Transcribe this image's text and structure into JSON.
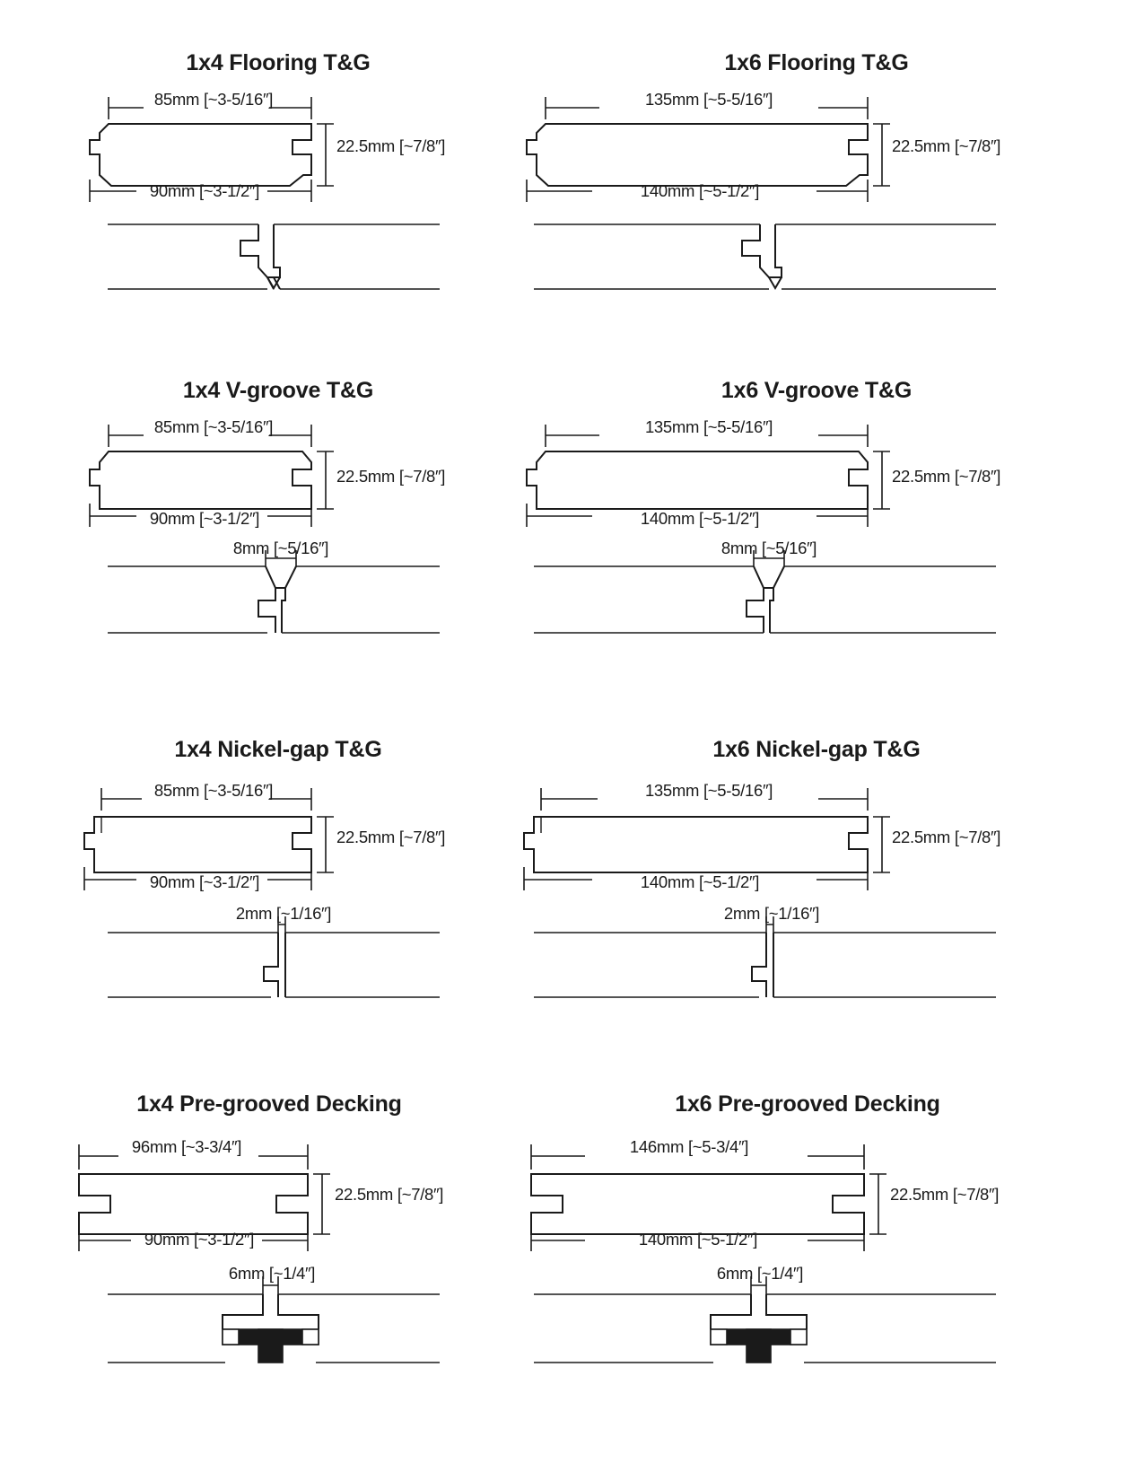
{
  "document": {
    "kind": "technical-drawing",
    "subject": "Wood board profile cross-sections and installed joint details",
    "line_color": "#1a1a1a",
    "background_color": "#ffffff",
    "fastener_color": "#1a1a1a"
  },
  "panels": [
    {
      "id": "flooring-1x4",
      "title": "1x4 Flooring T&G",
      "profile": "flooring-tng",
      "face_width": "85mm [~3-5/16″]",
      "overall_width": "90mm [~3-1/2″]",
      "thickness": "22.5mm [~7/8″]",
      "joint_gap": null
    },
    {
      "id": "flooring-1x6",
      "title": "1x6 Flooring T&G",
      "profile": "flooring-tng",
      "face_width": "135mm [~5-5/16″]",
      "overall_width": "140mm [~5-1/2″]",
      "thickness": "22.5mm [~7/8″]",
      "joint_gap": null
    },
    {
      "id": "vgroove-1x4",
      "title": "1x4 V-groove T&G",
      "profile": "v-groove-tng",
      "face_width": "85mm [~3-5/16″]",
      "overall_width": "90mm [~3-1/2″]",
      "thickness": "22.5mm [~7/8″]",
      "joint_gap": "8mm [~5/16″]"
    },
    {
      "id": "vgroove-1x6",
      "title": "1x6 V-groove T&G",
      "profile": "v-groove-tng",
      "face_width": "135mm [~5-5/16″]",
      "overall_width": "140mm [~5-1/2″]",
      "thickness": "22.5mm [~7/8″]",
      "joint_gap": "8mm [~5/16″]"
    },
    {
      "id": "nickelgap-1x4",
      "title": "1x4 Nickel-gap T&G",
      "profile": "nickel-gap-tng",
      "face_width": "85mm [~3-5/16″]",
      "overall_width": "90mm [~3-1/2″]",
      "thickness": "22.5mm [~7/8″]",
      "joint_gap": "2mm [~1/16″]"
    },
    {
      "id": "nickelgap-1x6",
      "title": "1x6 Nickel-gap T&G",
      "profile": "nickel-gap-tng",
      "face_width": "135mm [~5-5/16″]",
      "overall_width": "140mm [~5-1/2″]",
      "thickness": "22.5mm [~7/8″]",
      "joint_gap": "2mm [~1/16″]"
    },
    {
      "id": "decking-1x4",
      "title": "1x4 Pre-grooved Decking",
      "profile": "pre-grooved-decking",
      "face_width": "96mm [~3-3/4″]",
      "overall_width": "90mm [~3-1/2″]",
      "thickness": "22.5mm [~7/8″]",
      "joint_gap": "6mm [~1/4″]"
    },
    {
      "id": "decking-1x6",
      "title": "1x6 Pre-grooved Decking",
      "profile": "pre-grooved-decking",
      "face_width": "146mm [~5-3/4″]",
      "overall_width": "140mm [~5-1/2″]",
      "thickness": "22.5mm [~7/8″]",
      "joint_gap": "6mm [~1/4″]"
    }
  ]
}
